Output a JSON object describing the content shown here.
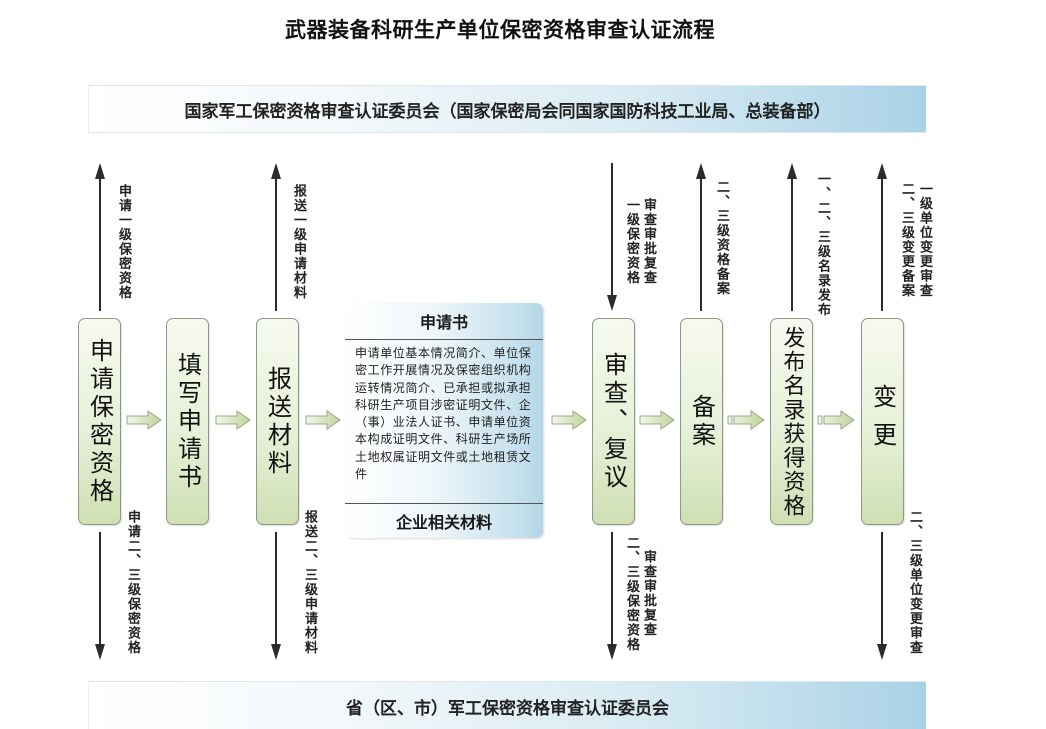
{
  "title": "武器装备科研生产单位保密资格审查认证流程",
  "top_banner": "国家军工保密资格审查认证委员会（国家保密局会同国家国防科技工业局、总装备部）",
  "bottom_banner": "省（区、市）军工保密资格审查认证委员会",
  "steps": [
    {
      "label": "申请保密资格"
    },
    {
      "label": "填写申请书"
    },
    {
      "label": "报送材料"
    },
    {
      "label": "审查、复议"
    },
    {
      "label": "备案"
    },
    {
      "label": "发布名录获得资格"
    },
    {
      "label": "变更"
    }
  ],
  "document": {
    "header": "申请书",
    "body": "申请单位基本情况简介、单位保密工作开展情况及保密组织机构运转情况简介、已承担或拟承担科研生产项目涉密证明文件、企（事）业法人证书、申请单位资本构成证明文件、科研生产场所土地权属证明文件或土地租赁文件",
    "footer": "企业相关材料"
  },
  "up_annotations": [
    {
      "step": "申请保密资格",
      "direction": "up",
      "lines": [
        "申请一级保密资格"
      ]
    },
    {
      "step": "报送材料",
      "direction": "up",
      "lines": [
        "报送一级申请材料"
      ]
    },
    {
      "step": "审查、复议",
      "direction": "down",
      "lines": [
        "审查审批复查",
        "一级保密资格"
      ]
    },
    {
      "step": "备案",
      "direction": "up",
      "lines": [
        "二、三级资格备案"
      ]
    },
    {
      "step": "发布名录获得资格",
      "direction": "up",
      "lines": [
        "一、二、三级名录发布"
      ]
    },
    {
      "step": "变更",
      "direction": "up",
      "lines": [
        "一级单位变更审查",
        "二、三级变更备案"
      ]
    }
  ],
  "down_annotations": [
    {
      "step": "申请保密资格",
      "direction": "down",
      "lines": [
        "申请二、三级保密资格"
      ]
    },
    {
      "step": "报送材料",
      "direction": "down",
      "lines": [
        "报送二、三级申请材料"
      ]
    },
    {
      "step": "审查、复议",
      "direction": "up",
      "lines": [
        "审查审批复查",
        "二、三级保密资格"
      ]
    },
    {
      "step": "变更",
      "direction": "down",
      "lines": [
        "二、三级单位变更审查"
      ]
    }
  ],
  "colors": {
    "step_fill_top": "#f6faef",
    "step_fill_bottom": "#cfdfb3",
    "step_border": "#8d9a86",
    "banner_blue": "#a9d2e6",
    "arrow_dark": "#2b2b2b",
    "flow_arrow_green": "#c9d9a6"
  }
}
